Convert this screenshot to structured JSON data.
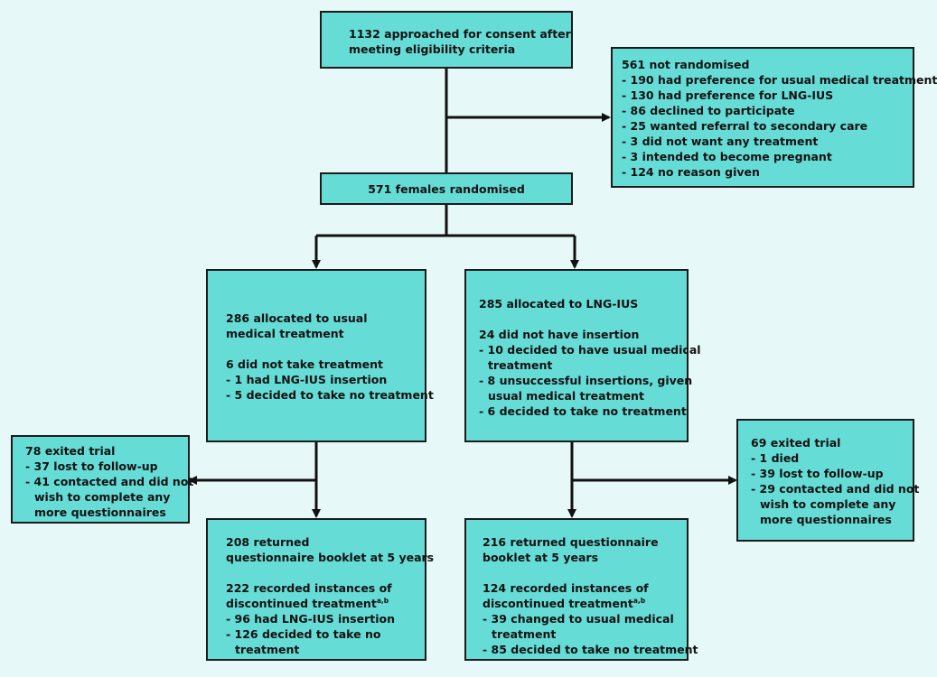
{
  "diagram": {
    "accent_color": "#66dcd6",
    "background_color": "#e6f9f8",
    "approached": {
      "lines": [
        "1132 approached for consent after",
        "meeting eligibility criteria"
      ]
    },
    "not_randomised": {
      "heading": "561 not randomised",
      "items": [
        "- 190 had preference for usual medical treatment",
        "- 130 had preference for LNG-IUS",
        "- 86 declined to participate",
        "- 25 wanted referral to secondary care",
        "- 3 did not want any treatment",
        "- 3 intended to become pregnant",
        "- 124 no reason given"
      ]
    },
    "randomised": {
      "text": "571 females randomised"
    },
    "usual_allocated": {
      "line1": "286 allocated to usual",
      "line2": "medical treatment",
      "sub_heading": "6 did not take treatment",
      "items": [
        "- 1 had LNG-IUS insertion",
        "- 5 decided to take no treatment"
      ]
    },
    "lng_allocated": {
      "line1": "285 allocated to LNG-IUS",
      "sub_heading": "24 did not have insertion",
      "item1a": "- 10 decided to have usual medical",
      "item1b": "treatment",
      "item2a": "- 8 unsuccessful insertions, given",
      "item2b": "usual medical treatment",
      "item3": "- 6 decided to take no treatment"
    },
    "left_exit": {
      "heading": "78 exited trial",
      "item1": "- 37 lost to follow-up",
      "item2a": "- 41 contacted and did not",
      "item2b": "wish to complete any",
      "item2c": "more questionnaires"
    },
    "right_exit": {
      "heading": "69 exited trial",
      "item1": "- 1 died",
      "item2": "- 39 lost to follow-up",
      "item3a": "- 29 contacted and did not",
      "item3b": "wish to complete any",
      "item3c": "more questionnaires"
    },
    "usual_returned": {
      "line1": "208 returned",
      "line2": "questionnaire booklet at 5 years",
      "line3": "222 recorded instances of",
      "line4": "discontinued treatment",
      "footnote": "a,b",
      "item1": "- 96 had LNG-IUS insertion",
      "item2a": "- 126 decided to take no",
      "item2b": "treatment"
    },
    "lng_returned": {
      "line1": "216 returned questionnaire",
      "line2": "booklet at 5 years",
      "line3": "124 recorded instances of",
      "line4": "discontinued treatment",
      "footnote": "a,b",
      "item1a": "- 39 changed to usual medical",
      "item1b": "treatment",
      "item2": "- 85 decided to take no treatment"
    }
  }
}
